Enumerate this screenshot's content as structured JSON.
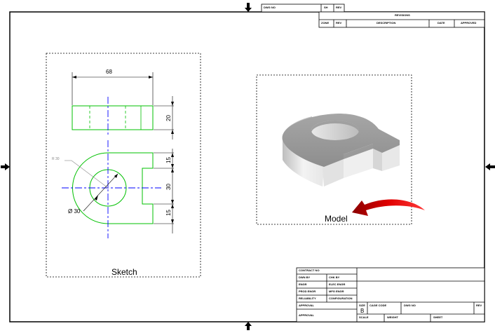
{
  "header_block": {
    "dwg_no_label": "DWG NO",
    "sh_label": "SH",
    "rev_label": "REV"
  },
  "revisions": {
    "title": "REVISIONS",
    "columns": [
      "ZONE",
      "REV",
      "DESCRIPTION",
      "DATE",
      "APPROVED"
    ]
  },
  "sketch_view": {
    "label": "Sketch",
    "dims": {
      "width_top": "68",
      "height_right": "20",
      "d15_upper": "15",
      "d30_middle": "30",
      "d15_lower": "15",
      "radius": "R 30",
      "diameter": "Ø 30"
    }
  },
  "model_view": {
    "label": "Model"
  },
  "title_block": {
    "contract_no": "CONTRACT NO",
    "dwn_by": "DWN BY",
    "chk_by": "CHK BY",
    "engr": "ENGR",
    "elec_engr": "ELEC ENGR",
    "prod_engr": "PROD ENGR",
    "mfg_engr": "MFG ENGR",
    "reliability": "RELIABILITY",
    "configuration": "CONFIGURATION",
    "approval_1": "APPROVAL",
    "approval_2": "APPROVAL",
    "size_label": "SIZE",
    "size_value": "B",
    "cage_code": "CAGE CODE",
    "dwg_no": "DWG NO",
    "rev": "REV",
    "scale": "SCALE",
    "weight": "WEIGHT",
    "sheet": "SHEET"
  },
  "colors": {
    "outline": "#00c000",
    "centerline": "#0000ff",
    "arrow_red": "#d00000"
  }
}
